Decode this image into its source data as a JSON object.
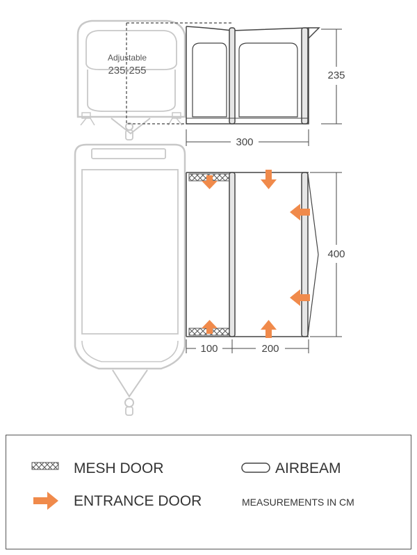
{
  "dimensions": {
    "adjustable_label": "Adjustable",
    "adjustable_range": "235-255",
    "height": "235",
    "width": "300",
    "depth": "400",
    "section_a": "100",
    "section_b": "200"
  },
  "legend": {
    "mesh_door": "MESH DOOR",
    "airbeam": "AIRBEAM",
    "entrance_door": "ENTRANCE DOOR",
    "measurements": "MEASUREMENTS IN CM"
  },
  "colors": {
    "arrow": "#f08a4b",
    "caravan": "#c8c8c8",
    "awning_line": "#444444",
    "beam_fill": "#d9d9d9"
  },
  "icons": {
    "mesh": "mesh-door-icon",
    "arrow": "entrance-door-arrow-icon",
    "beam": "airbeam-icon"
  }
}
